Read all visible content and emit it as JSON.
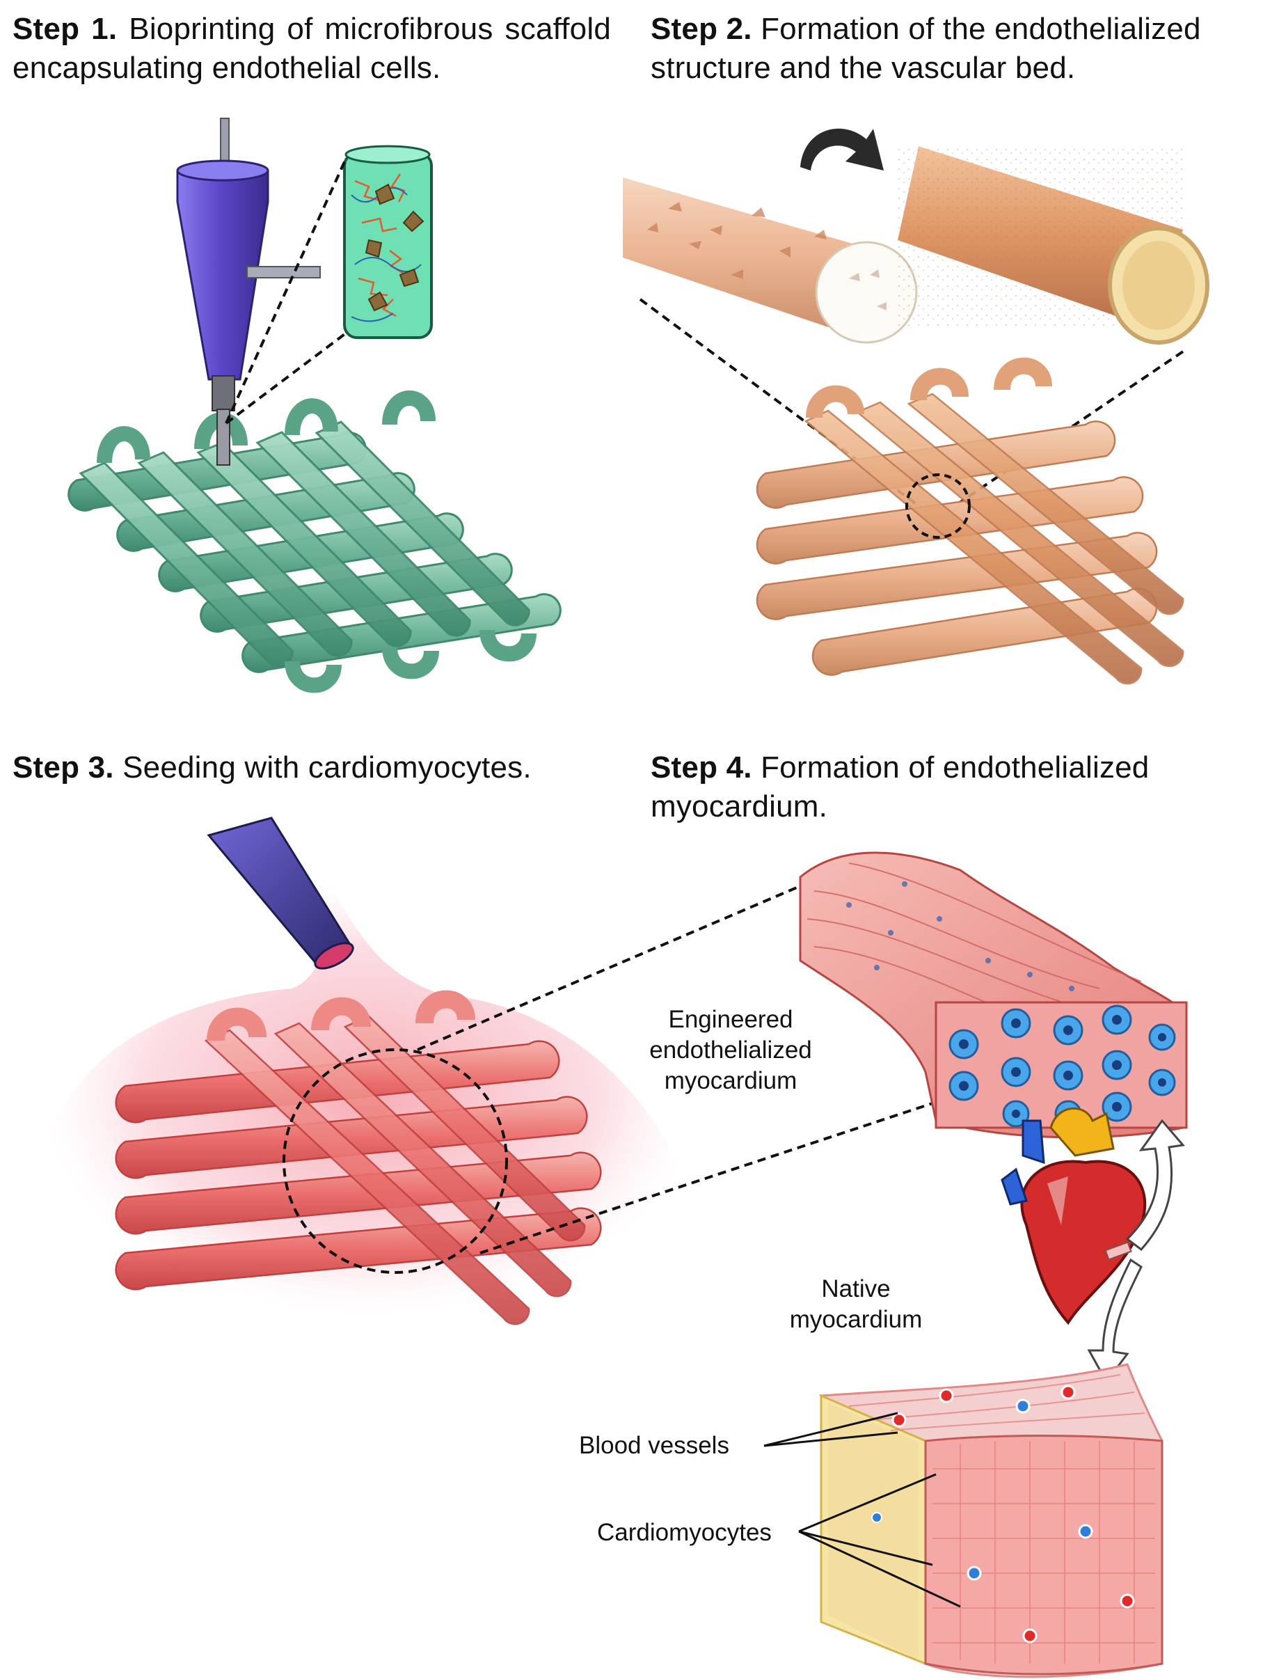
{
  "steps": [
    {
      "label": "Step 1.",
      "text": "Bioprinting of microfibrous scaffold encapsulating endothelial cells."
    },
    {
      "label": "Step 2.",
      "text": "Formation of the endothelialized structure and the vascular bed."
    },
    {
      "label": "Step 3.",
      "text": "Seeding with cardiomyocytes."
    },
    {
      "label": "Step 4.",
      "text": "Formation of endothelialized myocardium."
    }
  ],
  "labels": {
    "engineered": "Engineered endothelialized myocardium",
    "native": "Native myocardium",
    "blood_vessels": "Blood vessels",
    "cardiomyocytes": "Cardiomyocytes"
  },
  "colors": {
    "scaffold_green": "#6fb59a",
    "nozzle_purple": "#6b5bd1",
    "tube_tan": "#f0b48c",
    "tissue_red": "#e8706e",
    "myocardium_pink": "#f1b3b0",
    "vessel_blue": "#2f7fd8"
  }
}
